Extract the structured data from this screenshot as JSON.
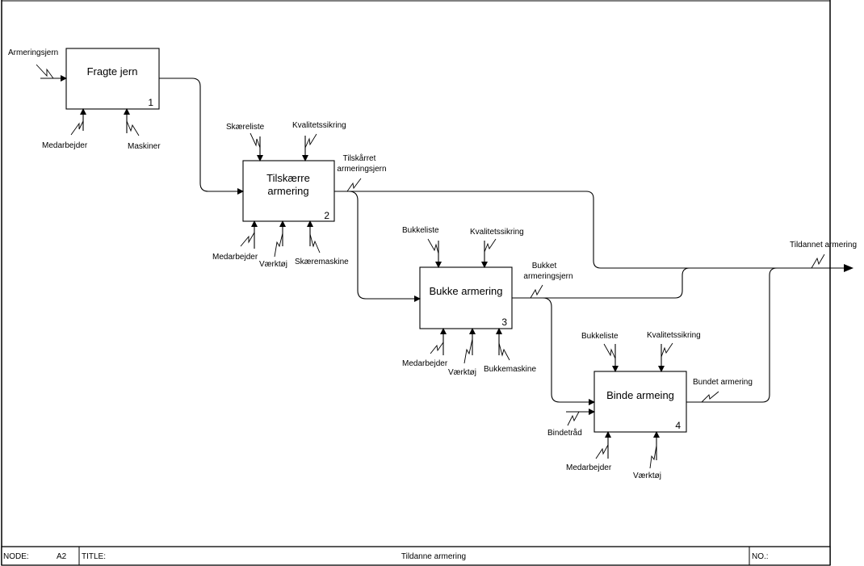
{
  "diagram": {
    "type": "IDEF0",
    "activities": [
      {
        "id": "1",
        "label": [
          "Fragte jern"
        ],
        "number": "1"
      },
      {
        "id": "2",
        "label": [
          "Tilskærre",
          "armering"
        ],
        "number": "2"
      },
      {
        "id": "3",
        "label": [
          "Bukke armering"
        ],
        "number": "3"
      },
      {
        "id": "4",
        "label": [
          "Binde armeing"
        ],
        "number": "4"
      }
    ],
    "arrows": {
      "armeringsjern": "Armeringsjern",
      "a1_mech_1": "Medarbejder",
      "a1_mech_2": "Maskiner",
      "a2_ctrl_1": "Skæreliste",
      "a2_ctrl_2": "Kvalitetssikring",
      "a2_out": [
        "Tilskårret",
        "armeringsjern"
      ],
      "a2_mech_1": "Medarbejder",
      "a2_mech_2": "Værktøj",
      "a2_mech_3": "Skæremaskine",
      "a3_ctrl_1": "Bukkeliste",
      "a3_ctrl_2": "Kvalitetssikring",
      "a3_out": [
        "Bukket",
        "armeringsjern"
      ],
      "a3_mech_1": "Medarbejder",
      "a3_mech_2": "Værktøj",
      "a3_mech_3": "Bukkemaskine",
      "a4_ctrl_1": "Bukkeliste",
      "a4_ctrl_2": "Kvalitetssikring",
      "a4_in": "Bindetråd",
      "a4_out": "Bundet armering",
      "a4_mech_1": "Medarbejder",
      "a4_mech_2": "Værktøj",
      "final_out": "Tildannet armering"
    }
  },
  "title_block": {
    "node_label": "NODE:",
    "node_value": "A2",
    "title_label": "TITLE:",
    "title_value": "Tildanne armering",
    "no_label": "NO.:",
    "no_value": ""
  }
}
